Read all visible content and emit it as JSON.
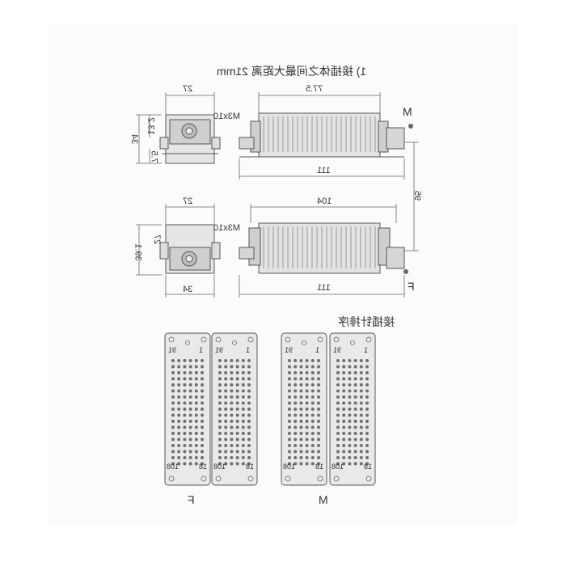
{
  "heading_top": "1) 接插体之间最大距离 21mm",
  "heading_pins": "接插针排序",
  "dims": {
    "w27_top": "27",
    "w775": "77.5",
    "w111_top": "111",
    "h132": "13.2",
    "h34": "34",
    "h75": "7.5",
    "m3x10_top": "M3x10",
    "label_m": "M",
    "h95": "95",
    "w27_bot": "27",
    "w104": "104",
    "h27": "27",
    "h391": "39.1",
    "m3x10_bot": "M3x10",
    "w34": "34",
    "w111_bot": "111",
    "label_f": "F"
  },
  "plates": [
    {
      "tl": "91",
      "tr": "1",
      "bl": "108",
      "br": "18"
    },
    {
      "tl": "91",
      "tr": "1",
      "bl": "108",
      "br": "18"
    },
    {
      "tl": "91",
      "tr": "1",
      "bl": "108",
      "br": "18"
    },
    {
      "tl": "91",
      "tr": "1",
      "bl": "108",
      "br": "18"
    }
  ],
  "plate_groups": {
    "left": "F",
    "right": "M"
  },
  "colors": {
    "line": "#555555",
    "body": "#d9d9d9",
    "body_dark": "#9a9a9a",
    "dot": "#707070"
  }
}
